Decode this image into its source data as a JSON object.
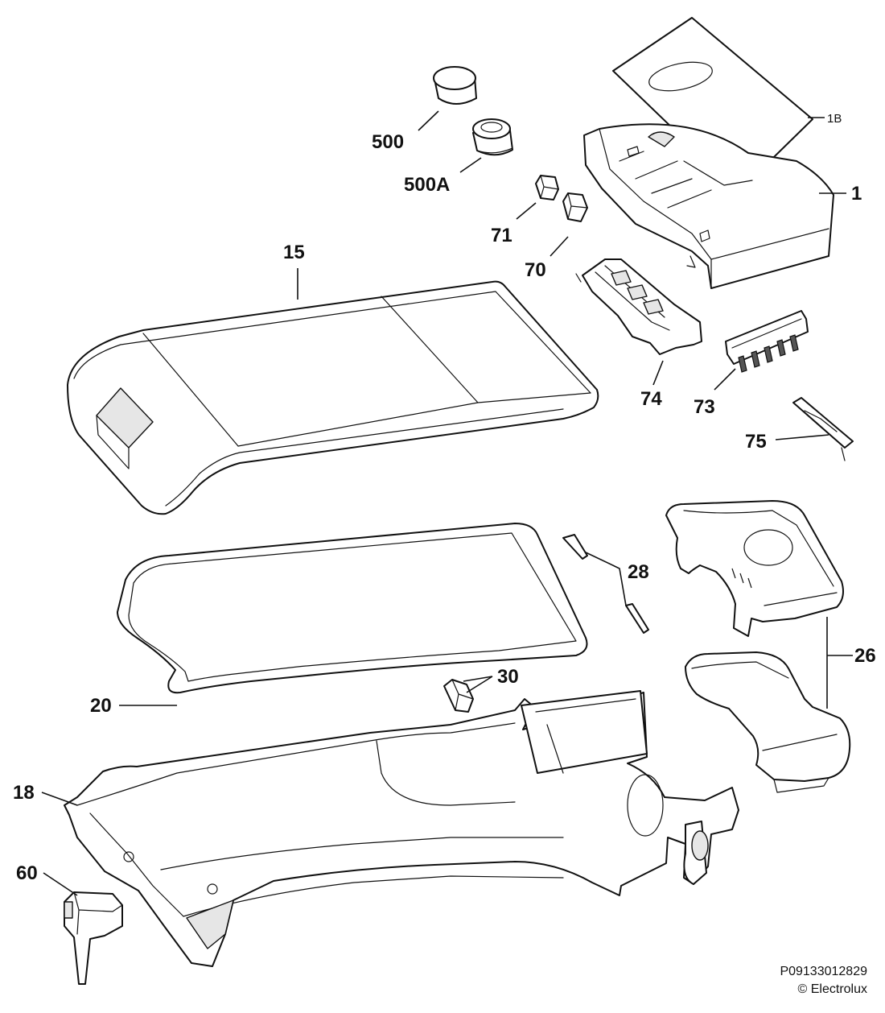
{
  "callouts": {
    "c500": "500",
    "c500A": "500A",
    "c1B": "1B",
    "c1": "1",
    "c71": "71",
    "c70": "70",
    "c15": "15",
    "c74": "74",
    "c73": "73",
    "c75": "75",
    "c28": "28",
    "c26": "26",
    "c30": "30",
    "c20": "20",
    "c18": "18",
    "c60": "60"
  },
  "footer": {
    "code": "P09133012829",
    "copyright": "© Electrolux"
  }
}
